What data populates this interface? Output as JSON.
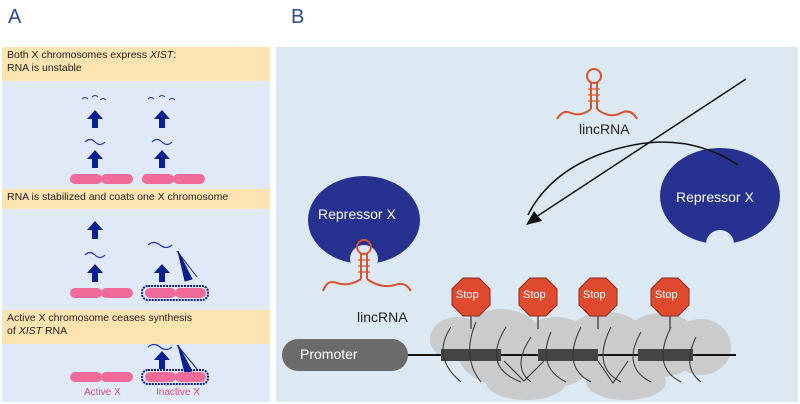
{
  "panel_a": {
    "letter": "A",
    "step1_text_pre": "Both X chromosomes express ",
    "step1_gene": "XIST",
    "step1_text_post": ":",
    "step1_line2": "RNA is unstable",
    "step2_text": "RNA is stabilized and coats one X chromosome",
    "step3_line1": "Active X chromosome ceases synthesis",
    "step3_line2_pre": "of ",
    "step3_gene": "XIST",
    "step3_line2_post": " RNA",
    "label_active": "Active X",
    "label_inactive": "Inactive X",
    "colors": {
      "chromosome": "#f06a9a",
      "arrow": "#0a1f8f",
      "rna": "#2233aa",
      "banner": "#fde3b0",
      "background": "#dfe9f7"
    }
  },
  "panel_b": {
    "letter": "B",
    "lincrna_top_label": "lincRNA",
    "repressor_left_label": "Repressor X",
    "repressor_right_label": "Repressor X",
    "lincrna_bound_label": "lincRNA",
    "promoter_label": "Promoter",
    "stop_labels": [
      "Stop",
      "Stop",
      "Stop",
      "Stop"
    ],
    "colors": {
      "repressor": "#27318f",
      "stop": "#e04a2e",
      "rna": "#d8542c",
      "promoter": "#6b6b6b",
      "background": "#dce8f2"
    }
  }
}
